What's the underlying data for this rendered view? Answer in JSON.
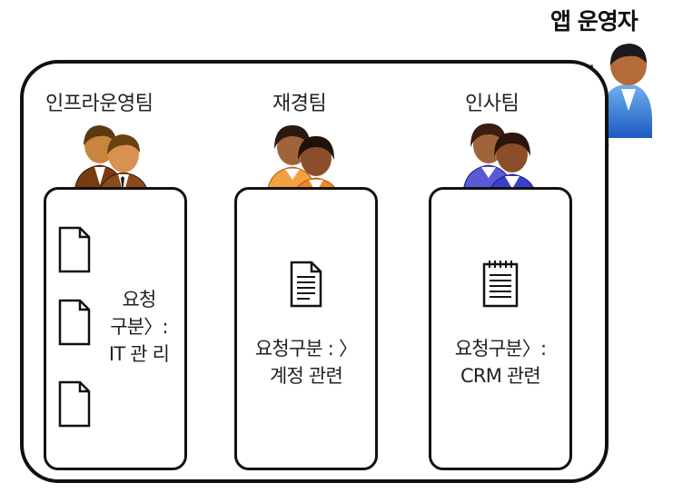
{
  "header": {
    "operator_label": "앱 운영자"
  },
  "teams": [
    {
      "name": "인프라운영팀",
      "request_lines": [
        "요청",
        "구분〉:",
        "IT 관 리"
      ],
      "person_color": "#8a4a1c",
      "doc_style": "blank-documents"
    },
    {
      "name": "재경팀",
      "request_lines": [
        "요청구분 : 〉",
        "계정 관련"
      ],
      "person_color": "#f08a1c",
      "doc_style": "text-document"
    },
    {
      "name": "인사팀",
      "request_lines": [
        "요청구분〉:",
        "CRM 관련"
      ],
      "person_color": "#3a3fc8",
      "doc_style": "notepad-document"
    }
  ],
  "icons": {
    "operator": "computer-user-icon",
    "team_people": "user-group-icon",
    "blank_doc": "blank-document-icon",
    "text_doc": "text-document-icon",
    "notepad_doc": "notepad-icon"
  }
}
